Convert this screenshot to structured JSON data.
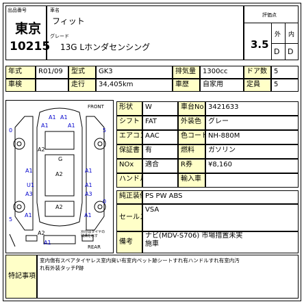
{
  "header": {
    "lot_label": "出品番号",
    "venue": "東京",
    "lot_number": "10215",
    "car_name_label": "車名",
    "car_name": "フィット",
    "grade_label": "グレード",
    "grade": "13G Lホンダセンシング",
    "score_label": "評価点",
    "score": "3.5",
    "exterior_label": "外",
    "interior_label": "内",
    "exterior_grade": "D",
    "interior_grade": "D"
  },
  "row1": [
    {
      "label": "年式",
      "value": "R01/09"
    },
    {
      "label": "型式",
      "value": "GK3"
    },
    {
      "label": "排気量",
      "value": "1300cc"
    },
    {
      "label": "ドア数",
      "value": "5"
    }
  ],
  "row2": [
    {
      "label": "車検",
      "value": ""
    },
    {
      "label": "走行",
      "value": "34,405km"
    },
    {
      "label": "車歴",
      "value": "自家用"
    },
    {
      "label": "定員",
      "value": "5"
    }
  ],
  "specs_left": [
    {
      "label": "形状",
      "value": "W"
    },
    {
      "label": "シフト",
      "value": "FAT"
    },
    {
      "label": "エアコン",
      "value": "AAC"
    },
    {
      "label": "保証書",
      "value": "有"
    },
    {
      "label": "NOx",
      "value": "適合"
    },
    {
      "label": "ハンドル",
      "value": ""
    }
  ],
  "specs_right": [
    {
      "label": "車台No",
      "value": "3421633"
    },
    {
      "label": "外装色",
      "value": "グレー"
    },
    {
      "label": "色コード",
      "value": "NH-880M"
    },
    {
      "label": "燃料",
      "value": "ガソリン"
    },
    {
      "label": "R券",
      "value": "¥8,160"
    },
    {
      "label": "輸入車",
      "value": ""
    }
  ],
  "equipment": {
    "label": "純正装備",
    "value": "PS PW ABS"
  },
  "sales_point": {
    "label": "セールス",
    "value": "VSA"
  },
  "remarks": {
    "label": "備考",
    "line1": "ナビ(MDV-S706) 市場措置未実",
    "line2": "施車"
  },
  "special": {
    "label": "特記事項",
    "line1": "室内傷有スペアタイヤレス室内臭い有室内ペット跡シートすれ有ハンドルすれ有室内汚",
    "line2": "れ有外装タッチP跡"
  },
  "diagram": {
    "front_label": "FRONT",
    "rear_label": "REAR",
    "note": "Xt印はタイヤの残溝を示す",
    "marks_blue": [
      "A1",
      "A1",
      "A1",
      "A1",
      "A1",
      "A1",
      "U1",
      "A3",
      "A3",
      "A1",
      "A1",
      "A1",
      "A1"
    ],
    "marks_black": [
      "G",
      "A2",
      "A2",
      "A2",
      "A2"
    ],
    "tire_numbers": [
      "0",
      "5",
      "0",
      "5"
    ]
  }
}
